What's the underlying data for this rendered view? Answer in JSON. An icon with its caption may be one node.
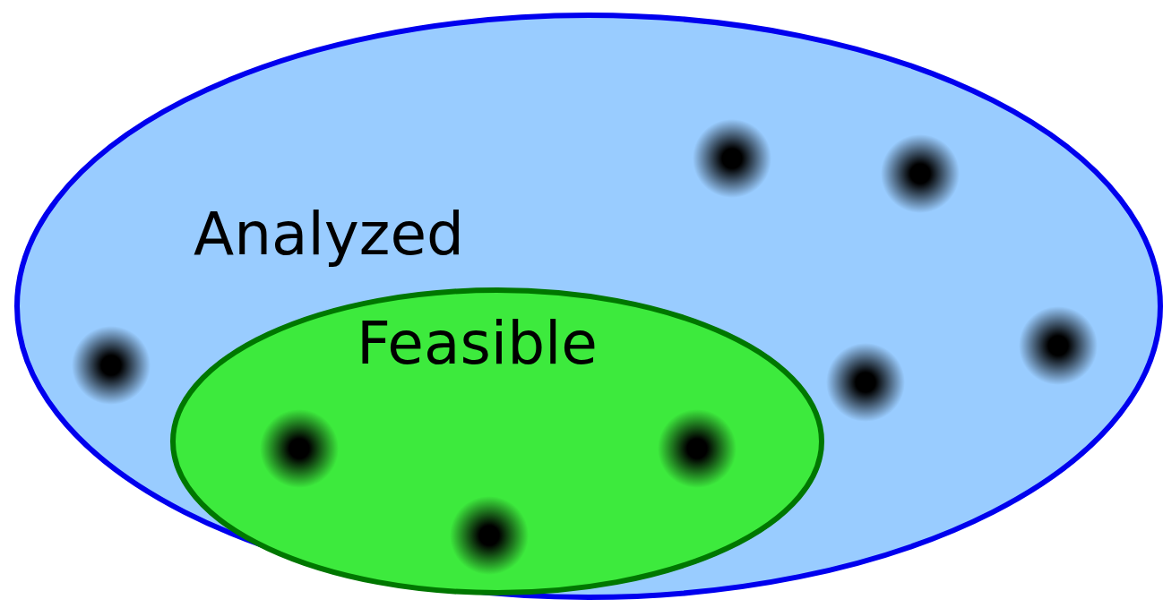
{
  "diagram": {
    "nodes": [
      {
        "text": [
          "Analyzed"
        ]
      },
      {
        "text": [
          "Feasible"
        ],
        "in": 0
      },
      {
        "text": [],
        "shape": "circle",
        "in": 0
      },
      {
        "text": [],
        "shape": "circle",
        "in": 0
      },
      {
        "text": [],
        "shape": "circle",
        "in": 0
      },
      {
        "text": [],
        "shape": "circle",
        "in": 0
      },
      {
        "text": [],
        "shape": "circle",
        "in": 0
      },
      {
        "text": [],
        "shape": "circle",
        "in": 1
      },
      {
        "text": [],
        "shape": "circle",
        "in": 1
      },
      {
        "text": [],
        "shape": "circle",
        "in": 1
      }
    ]
  }
}
